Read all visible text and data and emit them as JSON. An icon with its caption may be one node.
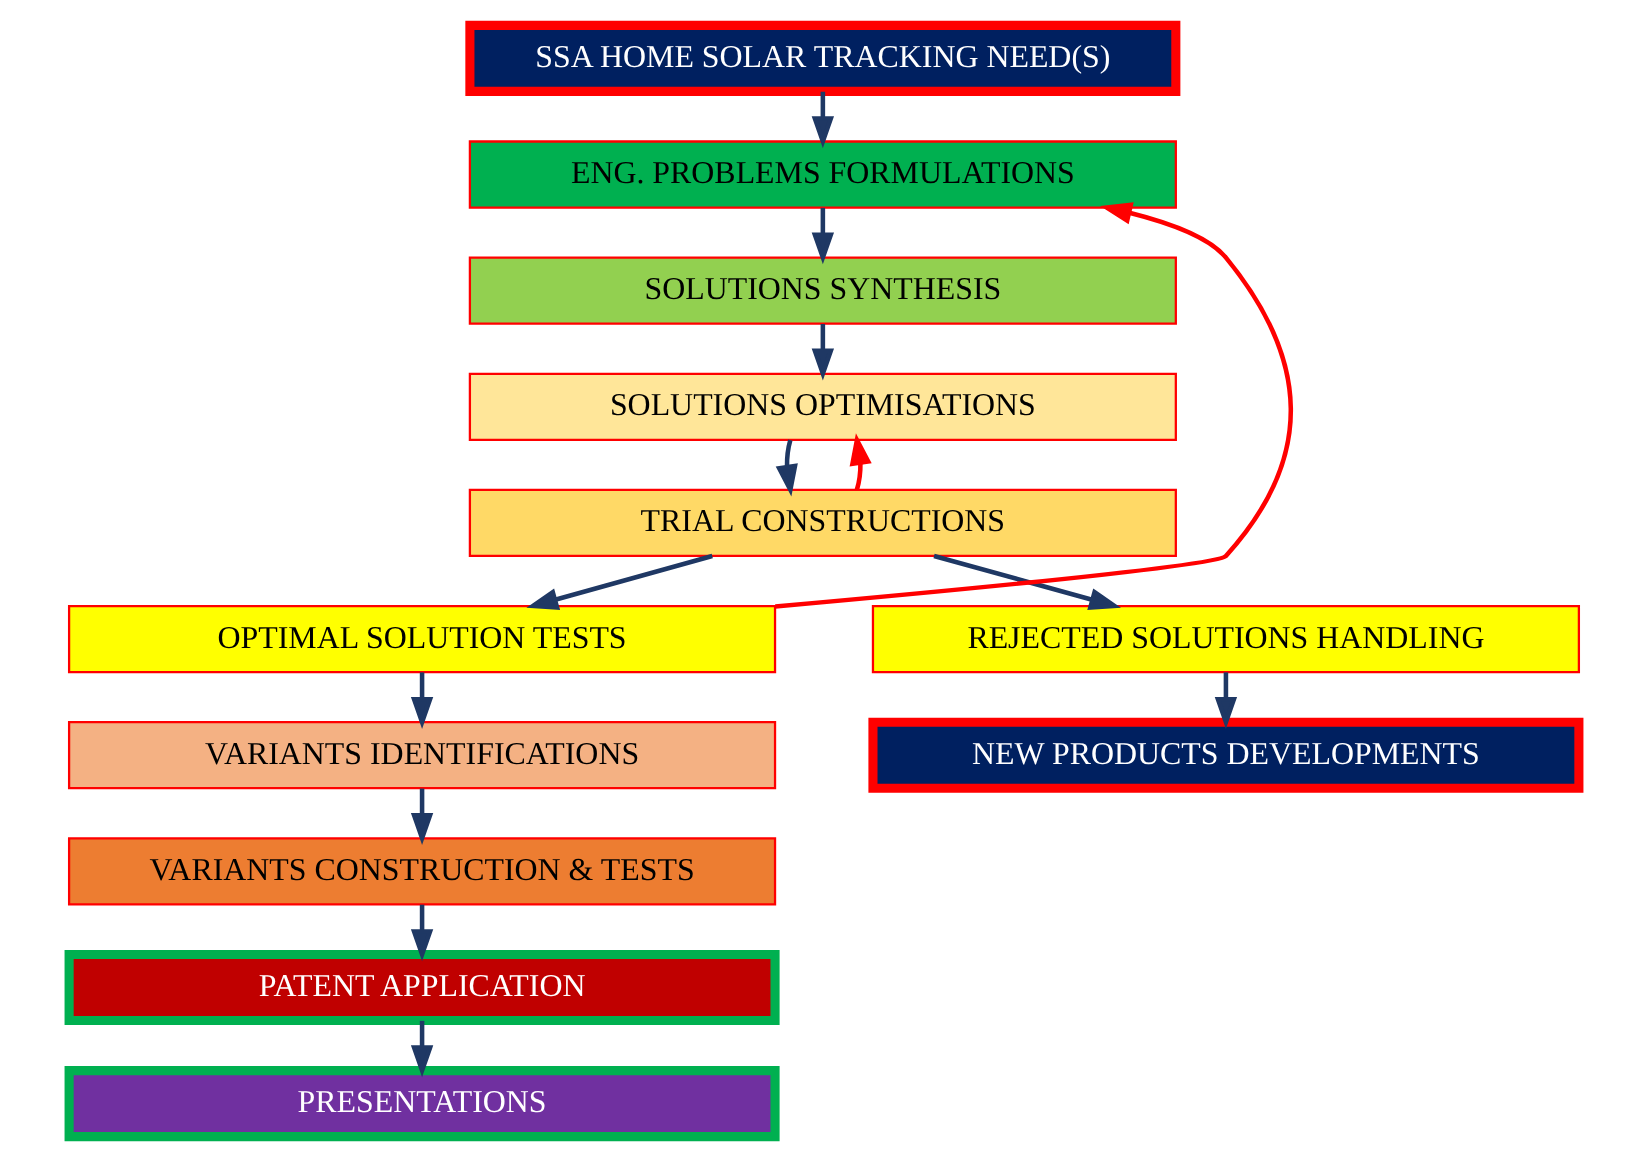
{
  "diagram": {
    "nodes": [
      {
        "text": [
          "SSA HOME SOLAR TRACKING NEED(S)"
        ]
      },
      {
        "text": [
          "ENG. PROBLEMS FORMULATIONS"
        ]
      },
      {
        "text": [
          "SOLUTIONS SYNTHESIS"
        ]
      },
      {
        "text": [
          "SOLUTIONS OPTIMISATIONS"
        ]
      },
      {
        "text": [
          "TRIAL CONSTRUCTIONS"
        ]
      },
      {
        "text": [
          "OPTIMAL SOLUTION TESTS"
        ]
      },
      {
        "text": [
          "VARIANTS IDENTIFICATIONS"
        ]
      },
      {
        "text": [
          "VARIANTS CONSTRUCTION & TESTS"
        ]
      },
      {
        "text": [
          "PATENT APPLICATION"
        ]
      },
      {
        "text": [
          "PRESENTATIONS"
        ]
      },
      {
        "text": [
          "REJECTED SOLUTIONS HANDLING"
        ]
      },
      {
        "text": [
          "NEW PRODUCTS DEVELOPMENTS"
        ]
      }
    ],
    "edges": [
      {
        "from": 0,
        "to": 1,
        "arrow": "to"
      },
      {
        "from": 1,
        "to": 2,
        "arrow": "to"
      },
      {
        "from": 2,
        "to": 3,
        "arrow": "to"
      },
      {
        "from": 3,
        "to": 4,
        "arrow": "to"
      },
      {
        "from": 4,
        "to": 5,
        "arrow": "to"
      },
      {
        "from": 5,
        "to": 1,
        "arrow": "to",
        "color": "#ff0000"
      },
      {
        "from": 4,
        "to": 3,
        "arrow": "to",
        "color": "#ff0000"
      },
      {
        "from": 4,
        "to": 10,
        "arrow": "to"
      },
      {
        "from": 10,
        "to": 11,
        "arrow": "to"
      },
      {
        "from": 5,
        "to": 6,
        "arrow": "to"
      },
      {
        "from": 6,
        "to": 7,
        "arrow": "to"
      },
      {
        "from": 7,
        "to": 8,
        "arrow": "to"
      },
      {
        "from": 8,
        "to": 9,
        "arrow": "to"
      }
    ]
  }
}
